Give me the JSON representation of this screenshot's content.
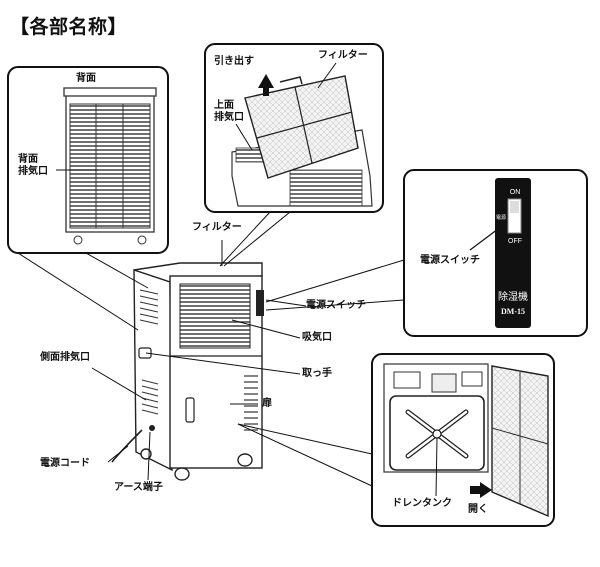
{
  "title": "【各部名称】",
  "labels": {
    "back": "背面",
    "back_exhaust": "背面\n排気口",
    "pull_out": "引き出す",
    "filter_top": "フィルター",
    "top_exhaust": "上面\n排気口",
    "filter_main": "フィルター",
    "power_switch_inset": "電源スイッチ",
    "power_switch": "電源スイッチ",
    "intake": "吸気口",
    "side_exhaust": "側面排気口",
    "handle": "取っ手",
    "door": "扉",
    "power_cord": "電源コード",
    "ground_terminal": "アース端子",
    "drain_tank": "ドレンタンク",
    "open": "開く"
  },
  "switch_panel": {
    "on": "ON",
    "off": "OFF",
    "small_label": "電源",
    "brand": "除湿機",
    "model": "DM-15"
  }
}
